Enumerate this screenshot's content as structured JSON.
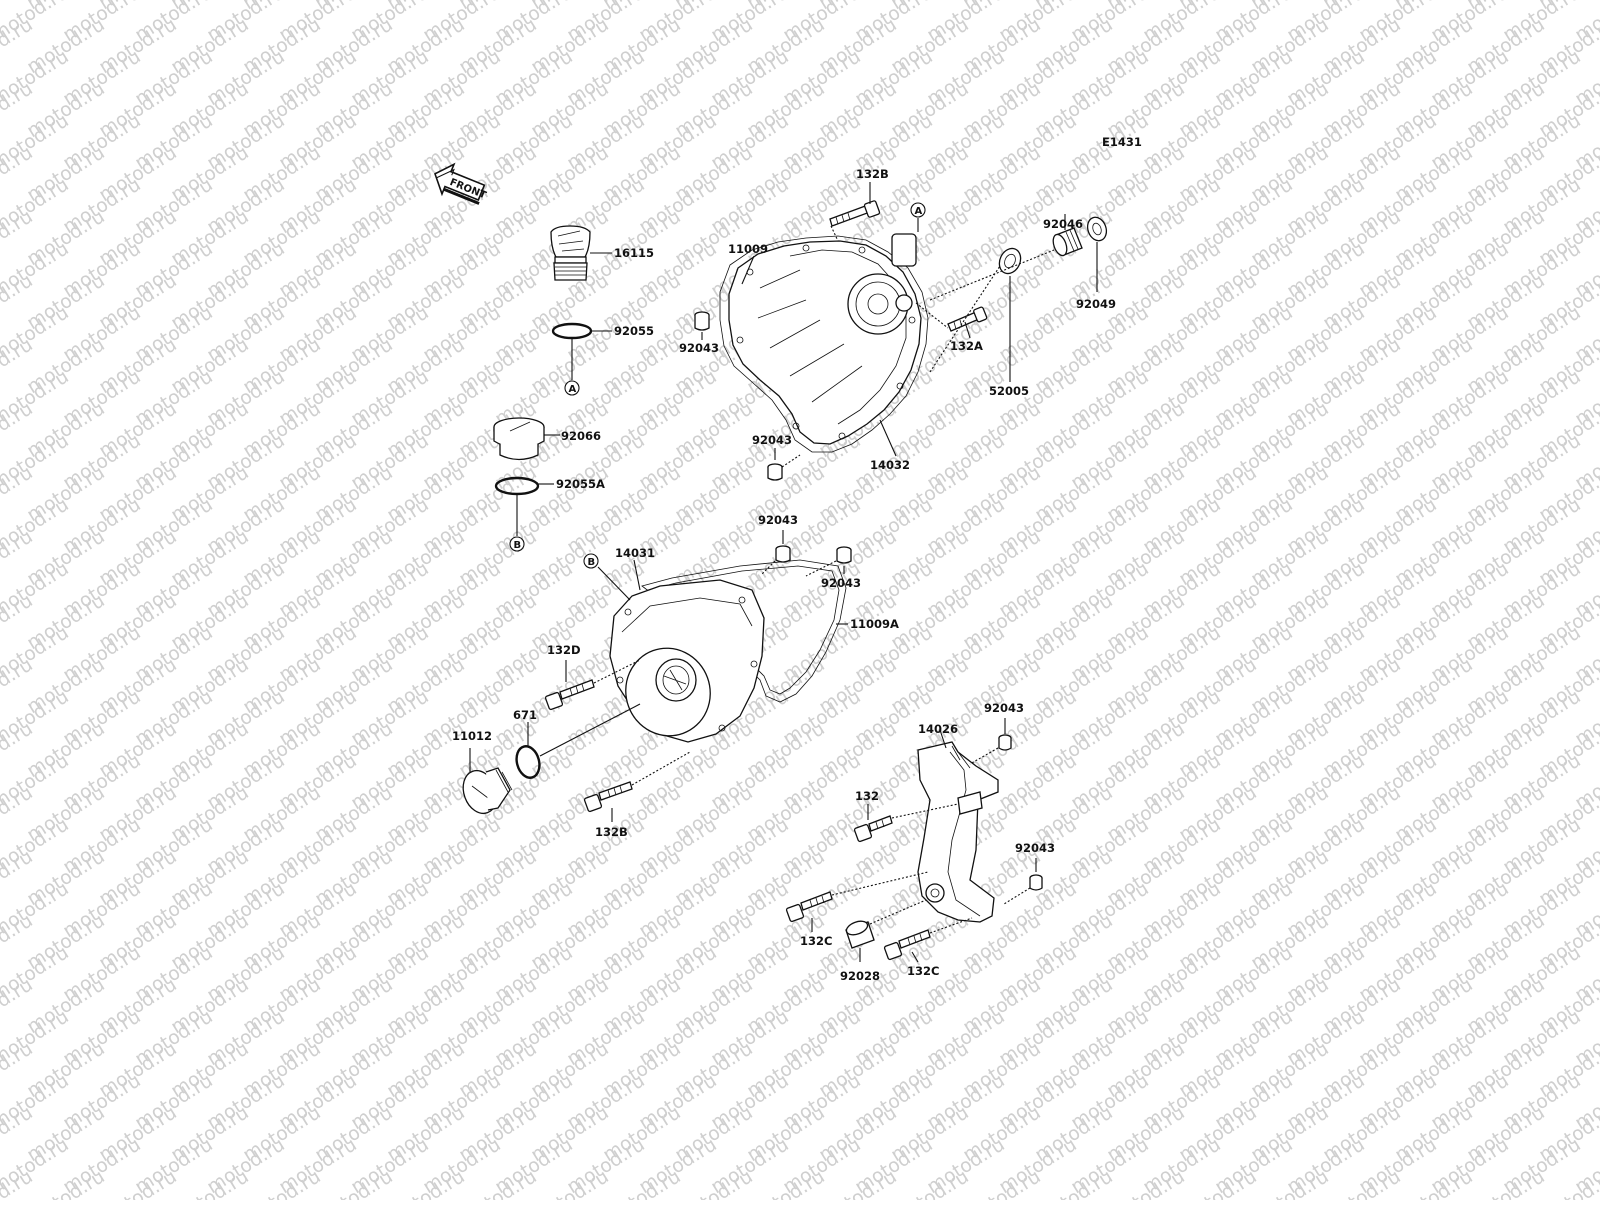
{
  "diagram": {
    "code": "E1431",
    "front_label": "FRONT",
    "watermark": "motod.ru",
    "parts": {
      "p16115": "16115",
      "p92055": "92055",
      "p92066": "92066",
      "p92055A": "92055A",
      "p11009": "11009",
      "p132B_top": "132B",
      "p92043_a": "92043",
      "p92043_b": "92043",
      "p14032": "14032",
      "p132A": "132A",
      "p52005": "52005",
      "p92046": "92046",
      "p92049": "92049",
      "p92043_c": "92043",
      "p92043_d": "92043",
      "p14031": "14031",
      "p11009A": "11009A",
      "p132D": "132D",
      "p671": "671",
      "p11012": "11012",
      "p132B_bot": "132B",
      "p14026": "14026",
      "p92043_e": "92043",
      "p132": "132",
      "p92043_f": "92043",
      "p132C_a": "132C",
      "p92028": "92028",
      "p132C_b": "132C"
    },
    "refs": {
      "A": "A",
      "B": "B"
    }
  }
}
